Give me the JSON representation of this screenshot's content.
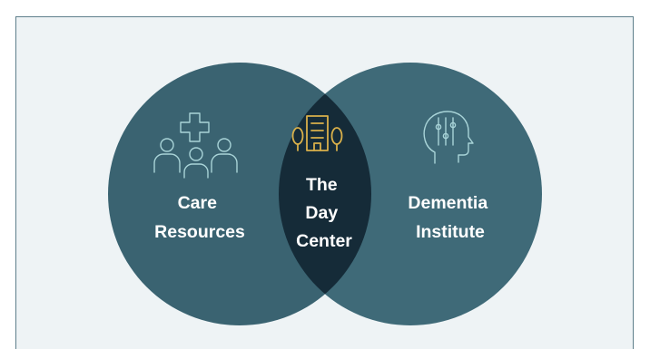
{
  "diagram": {
    "left_circle": {
      "line1": "Care",
      "line2": "Resources",
      "icon": "people-medical-cross-icon"
    },
    "center": {
      "line1": "The",
      "line2": "Day",
      "line3": "Center",
      "icon": "building-with-trees-icon"
    },
    "right_circle": {
      "line1": "Dementia",
      "line2": "Institute",
      "icon": "head-with-sliders-icon"
    }
  },
  "colors": {
    "background_panel": "#eef3f5",
    "left_circle": "#3a6371",
    "right_circle": "#3f6a78",
    "overlap": "#152b38",
    "icon_light": "#a9d4d8",
    "icon_gold": "#d9b04a",
    "text": "#ffffff"
  }
}
